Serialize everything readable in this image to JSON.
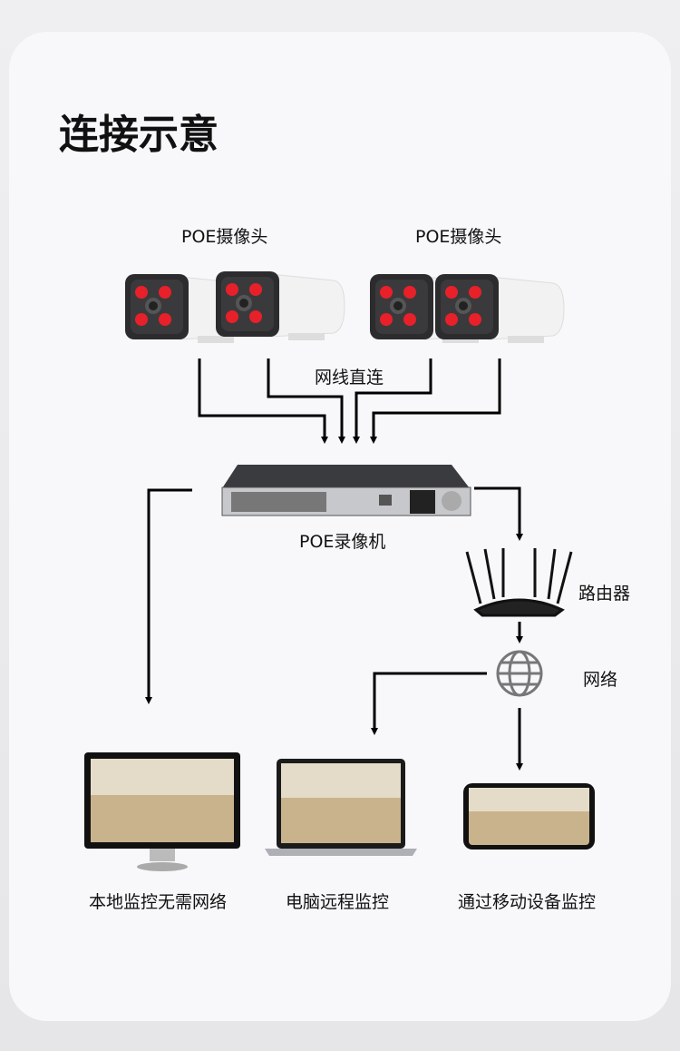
{
  "title": "连接示意",
  "labels": {
    "camera_left": "POE摄像头",
    "camera_right": "POE摄像头",
    "cable": "网线直连",
    "nvr": "POE录像机",
    "router": "路由器",
    "internet": "网络",
    "local": "本地监控无需网络",
    "pc": "电脑远程监控",
    "mobile": "通过移动设备监控"
  },
  "colors": {
    "ir_led": "#e8202a",
    "line": "#000000"
  }
}
